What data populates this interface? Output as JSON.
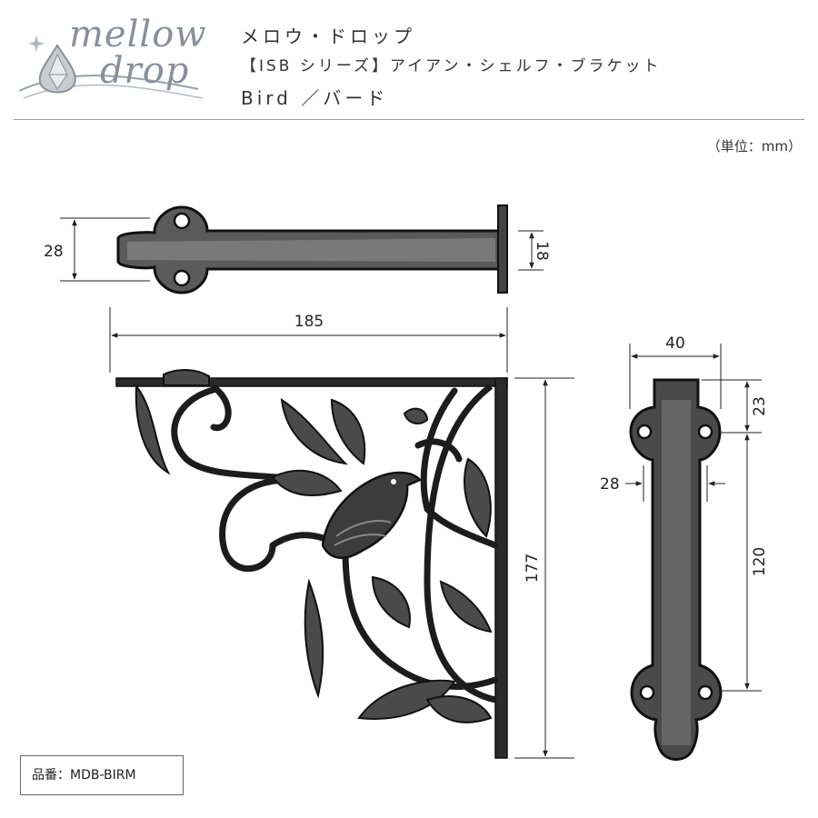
{
  "brand": {
    "word1": "mellow",
    "word2": "drop"
  },
  "header": {
    "title_jp": "メロウ・ドロップ",
    "series_line": "【ISB シリーズ】アイアン・シェルフ・ブラケット",
    "model_line": "Bird ／バード"
  },
  "unit_note": "（単位：mm）",
  "dimensions": {
    "top_view_width": "28",
    "top_view_bar": "18",
    "total_length": "185",
    "height": "177",
    "plate_width": "40",
    "hole_top_offset": "23",
    "bar_width": "28",
    "hole_spacing": "120"
  },
  "part_number": "品番：MDB-BIRM",
  "colors": {
    "ink": "#1c1c1c",
    "iron": "#3a3a3a",
    "logo": "#8a8f98",
    "rule": "#9a9a9a"
  }
}
